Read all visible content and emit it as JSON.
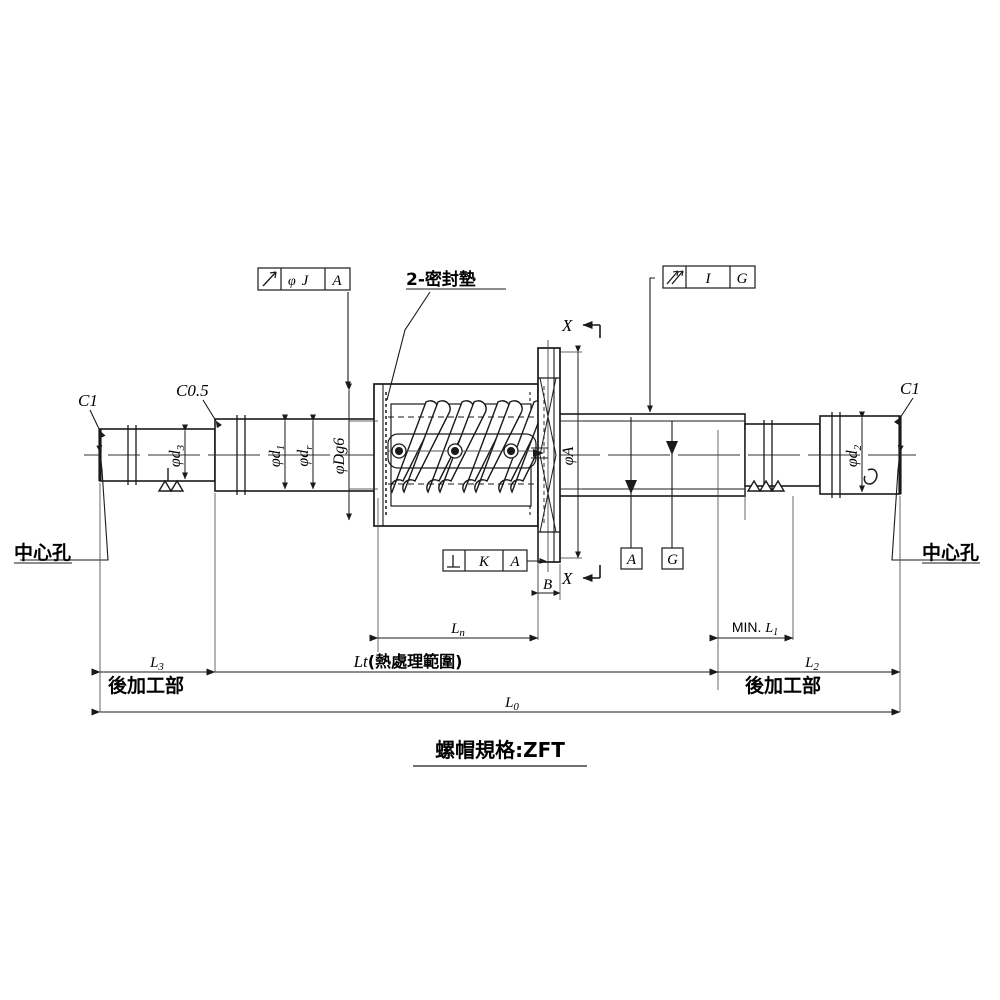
{
  "drawing": {
    "type": "ball-screw-assembly-engineering-drawing",
    "title_note": "螺帽規格:ZFT",
    "nut_spec_label": "螺帽規格",
    "nut_spec_value": "ZFT",
    "colors": {
      "line": "#1a1a1a",
      "text": "#000000",
      "thin": "#333333"
    }
  },
  "callouts": {
    "seal_note": "2-密封墊",
    "center_hole_left": "中心孔",
    "center_hole_right": "中心孔",
    "chamfer_left": "C1",
    "chamfer_mid_left": "C0.5",
    "chamfer_right": "C1"
  },
  "feature_frames": [
    {
      "id": "fcf-runout-j-a",
      "symbol": "circular-runout",
      "symbol_glyph": "↗",
      "phi": "φ",
      "tolerance": "J",
      "datum": "A"
    },
    {
      "id": "fcf-total-runout-i-g",
      "symbol": "total-runout",
      "symbol_glyph": "⇗",
      "phi": "",
      "tolerance": "I",
      "datum": "G"
    },
    {
      "id": "fcf-perpendicularity-k-a",
      "symbol": "perpendicularity",
      "symbol_glyph": "⊥",
      "phi": "",
      "tolerance": "K",
      "datum": "A"
    }
  ],
  "datums": [
    {
      "id": "datum-a",
      "label": "A"
    },
    {
      "id": "datum-g",
      "label": "G"
    }
  ],
  "section_marks": [
    {
      "id": "section-x-top",
      "label": "X"
    },
    {
      "id": "section-x-bottom",
      "label": "X"
    }
  ],
  "diameter_dims": [
    {
      "id": "dim-phi-d3",
      "base": "φd",
      "sub": "3"
    },
    {
      "id": "dim-phi-d1",
      "base": "φd",
      "sub": "1"
    },
    {
      "id": "dim-phi-dr",
      "base": "φd",
      "sub": "r"
    },
    {
      "id": "dim-phi-Dg6",
      "base": "φD",
      "sub": "",
      "suffix": "g6"
    },
    {
      "id": "dim-phi-A",
      "base": "φA",
      "sub": ""
    },
    {
      "id": "dim-phi-d2",
      "base": "φd",
      "sub": "2"
    }
  ],
  "linear_dims": [
    {
      "id": "dim-B",
      "base": "B",
      "sub": ""
    },
    {
      "id": "dim-Ln",
      "base": "L",
      "sub": "n"
    },
    {
      "id": "dim-Lt",
      "base": "Lt",
      "sub": "",
      "note": "(熱處理範圍)"
    },
    {
      "id": "dim-L3",
      "base": "L",
      "sub": "3"
    },
    {
      "id": "dim-L1",
      "base": "L",
      "sub": "1",
      "prefix": "MIN."
    },
    {
      "id": "dim-L2",
      "base": "L",
      "sub": "2"
    },
    {
      "id": "dim-L0",
      "base": "L",
      "sub": "0"
    }
  ],
  "zones": [
    {
      "id": "zone-post-machining-left",
      "label": "後加工部"
    },
    {
      "id": "zone-post-machining-right",
      "label": "後加工部"
    }
  ],
  "surface_finish": [
    {
      "id": "finish-left",
      "triangles": 2
    },
    {
      "id": "finish-right",
      "triangles": 3
    }
  ]
}
